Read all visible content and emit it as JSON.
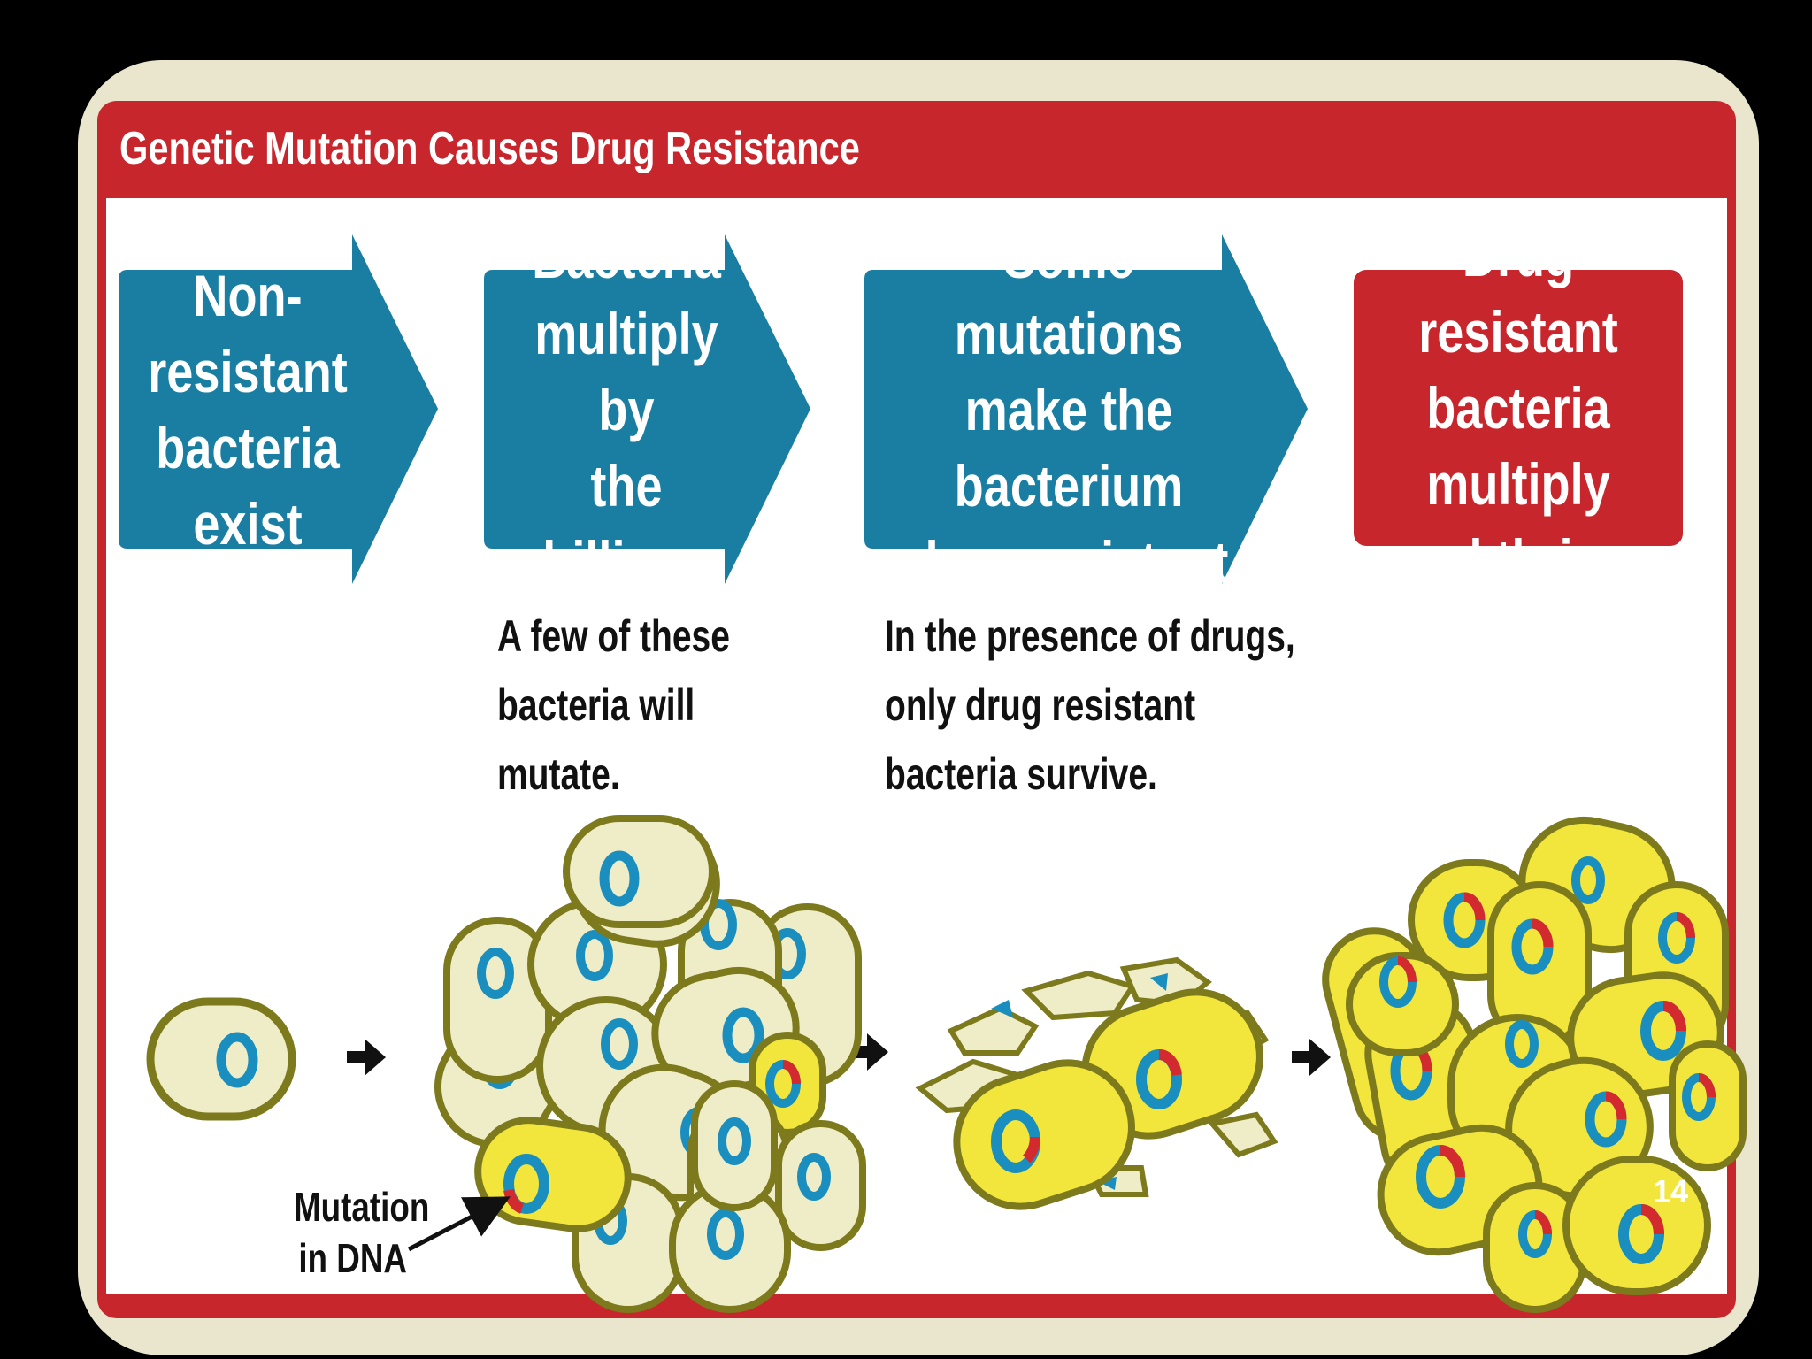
{
  "title": "Genetic Mutation Causes Drug Resistance",
  "steps": [
    {
      "label": "Non-resistant\nbacteria\nexist",
      "shape": "arrow",
      "color": "#1a7ea3"
    },
    {
      "label": "Bacteria\nmultiply by\nthe billions",
      "shape": "arrow",
      "color": "#1a7ea3"
    },
    {
      "label": "Some mutations\nmake the bacterium\ndrug resistant",
      "shape": "arrow",
      "color": "#1a7ea3"
    },
    {
      "label": "Drug resistant\nbacteria multiply\nand thrive.",
      "shape": "box",
      "color": "#c8262d"
    }
  ],
  "notes": [
    "A few of these\nbacteria will\nmutate.",
    "In the presence of drugs,\nonly drug resistant\nbacteria survive."
  ],
  "mutation_label": "Mutation\nin DNA",
  "slide_number": "14",
  "colors": {
    "border_red": "#c8262d",
    "arrow_blue": "#1a7ea3",
    "plasmid_blue": "#1a8fbf",
    "mutation_red": "#d32a2f",
    "normal_bacterium": "#efedc8",
    "resistant_bacterium": "#f2e63c",
    "bacterium_outline": "#7c7a1c"
  }
}
